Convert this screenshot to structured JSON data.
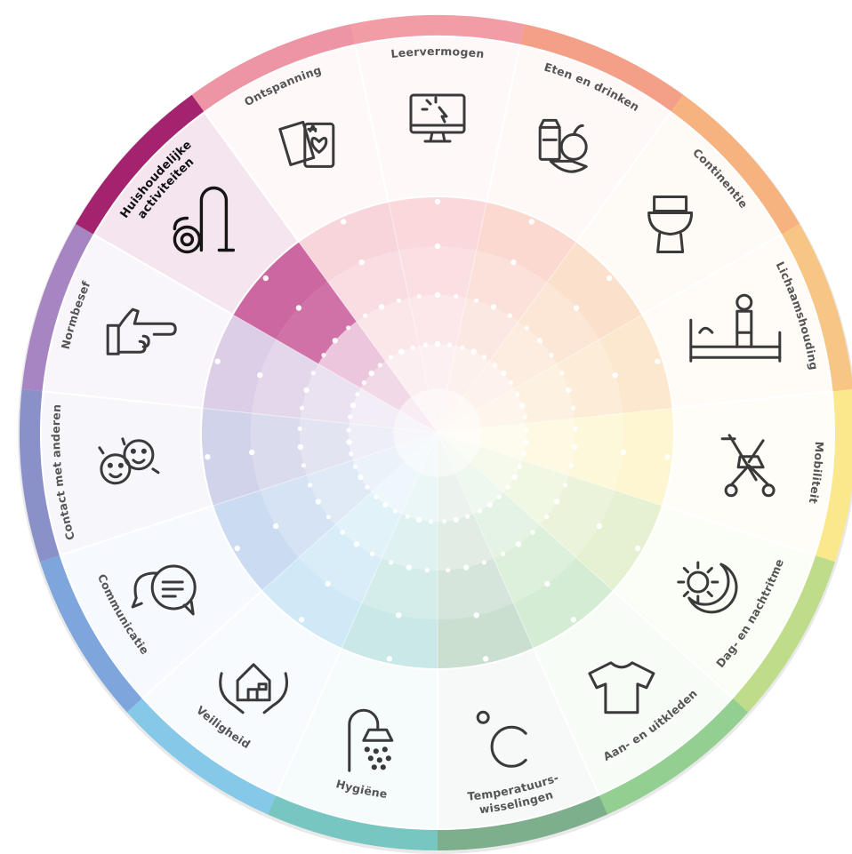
{
  "segments": [
    {
      "label": "Leervermogen",
      "icon": "monitor-cursor-icon",
      "ring_color": "#f29da6"
    },
    {
      "label": "Eten en drinken",
      "icon": "food-drink-icon",
      "ring_color": "#f4a089"
    },
    {
      "label": "Continentie",
      "icon": "toilet-icon",
      "ring_color": "#f6b27f"
    },
    {
      "label": "Lichaamshouding",
      "icon": "bed-sitting-icon",
      "ring_color": "#f8c684"
    },
    {
      "label": "Mobiliteit",
      "icon": "rollator-icon",
      "ring_color": "#fbe88c"
    },
    {
      "label": "Dag- en nachtritme",
      "icon": "sun-moon-icon",
      "ring_color": "#bfdc8a"
    },
    {
      "label": "Aan- en uitkleden",
      "icon": "tshirt-icon",
      "ring_color": "#93cf91"
    },
    {
      "label": "Temperatuurs-\nwisselingen",
      "icon": "celsius-icon",
      "ring_color": "#7daf8d"
    },
    {
      "label": "Hygiëne",
      "icon": "shower-icon",
      "ring_color": "#78c6c2"
    },
    {
      "label": "Veiligheid",
      "icon": "house-hands-icon",
      "ring_color": "#86c8e8"
    },
    {
      "label": "Communicatie",
      "icon": "speech-bubbles-icon",
      "ring_color": "#7ea6dc"
    },
    {
      "label": "Contact met anderen",
      "icon": "two-faces-icon",
      "ring_color": "#8a90c8"
    },
    {
      "label": "Normbesef",
      "icon": "pointing-hand-icon",
      "ring_color": "#a785c2"
    },
    {
      "label": "Huishoudelijke\nactiviteiten",
      "icon": "vacuum-cleaner-icon",
      "ring_color": "#a3236f",
      "active": true
    },
    {
      "label": "Ontspanning",
      "icon": "playing-cards-icon",
      "ring_color": "#ee95a5"
    }
  ],
  "colors": {
    "active_wedge": "#c0418a",
    "label_text": "#555555",
    "active_label_text": "#111111",
    "icon_stroke": "#3a3a3a"
  }
}
